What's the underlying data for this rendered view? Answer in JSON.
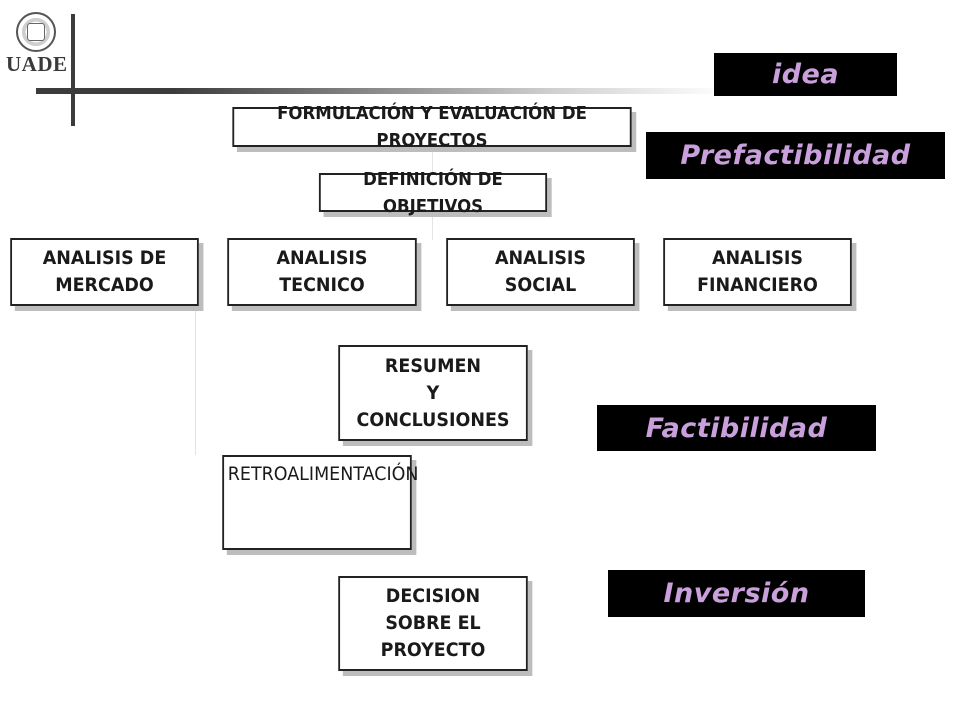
{
  "logo": {
    "text": "UADE",
    "icon": "university-seal-icon"
  },
  "stages": {
    "idea": "idea",
    "prefactibilidad": "Prefactibilidad",
    "factibilidad": "Factibilidad",
    "inversion": "Inversión"
  },
  "boxes": {
    "formulacion": "FORMULACIÓN Y EVALUACIÓN DE PROYECTOS",
    "definicion": "DEFINICIÓN DE OBJETIVOS",
    "mercado": "ANALISIS DE\nMERCADO",
    "tecnico": "ANALISIS\nTECNICO",
    "social": "ANALISIS\nSOCIAL",
    "financiero": "ANALISIS\nFINANCIERO",
    "resumen": "RESUMEN\nY\nCONCLUSIONES",
    "retro": "RETROALIMENTACIÓN",
    "decision": "DECISION\nSOBRE EL\nPROYECTO"
  },
  "colors": {
    "stage_bg": "#000000",
    "stage_text": "#c9a0dc",
    "box_border": "#222222"
  }
}
